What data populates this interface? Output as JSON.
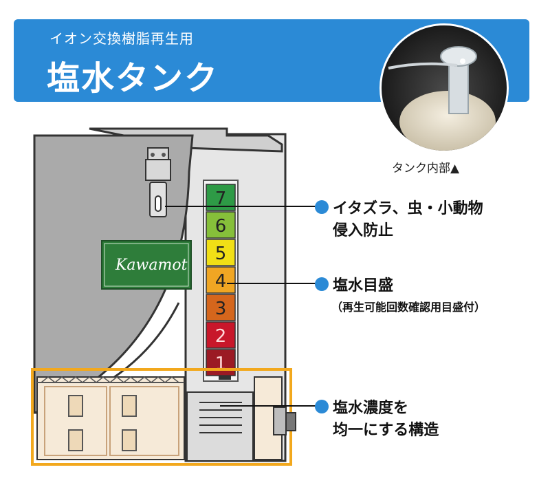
{
  "header": {
    "subtitle": "イオン交換樹脂再生用",
    "title": "塩水タンク"
  },
  "inset": {
    "caption": "タンク内部▲"
  },
  "tank": {
    "logo": "Kawamot",
    "gauge_marks": [
      "7",
      "6",
      "5",
      "4",
      "3",
      "2",
      "1"
    ],
    "gauge_colors": [
      "#2e9a46",
      "#86bf3a",
      "#f1df16",
      "#f0a623",
      "#d5661c",
      "#c8172a",
      "#9b1a24"
    ]
  },
  "callouts": {
    "pest": {
      "line1": "イタズラ、虫・小動物",
      "line2": "侵入防止"
    },
    "gauge": {
      "line1": "塩水目盛",
      "note": "（再生可能回数確認用目盛付）"
    },
    "structure": {
      "line1": "塩水濃度を",
      "line2": "均一にする構造"
    }
  },
  "colors": {
    "accent": "#2b8ad6",
    "highlight_frame": "#f2a81d"
  }
}
